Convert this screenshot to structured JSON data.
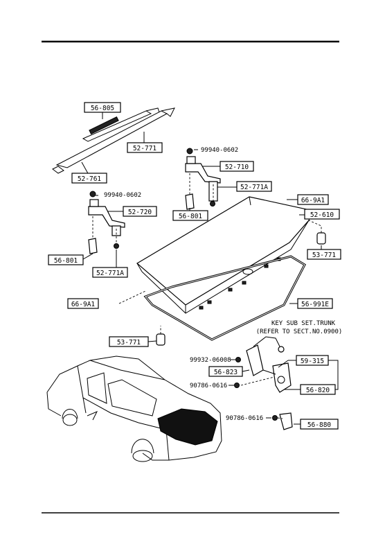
{
  "callouts": {
    "c1": "56-805",
    "c2": "52-771",
    "c3": "52-761",
    "c4": "52-710",
    "c5": "52-771A",
    "c6": "56-801",
    "c7": "52-720",
    "c8": "66-9A1",
    "c9": "52-610",
    "c10": "53-771",
    "c11": "56-801",
    "c12": "52-771A",
    "c13": "66-9A1",
    "c14": "56-991E",
    "c15": "53-771",
    "c16": "59-315",
    "c17": "56-823",
    "c18": "56-820",
    "c19": "56-880"
  },
  "fasteners": {
    "f1": "99940-0602",
    "f2": "99940-0602",
    "f3": "99932-06008",
    "f4": "90786-0616",
    "f5": "90786-0616"
  },
  "notes": {
    "key_line1": "KEY SUB SET.TRUNK",
    "key_line2": "(REFER TO SECT.NO.0900)"
  }
}
